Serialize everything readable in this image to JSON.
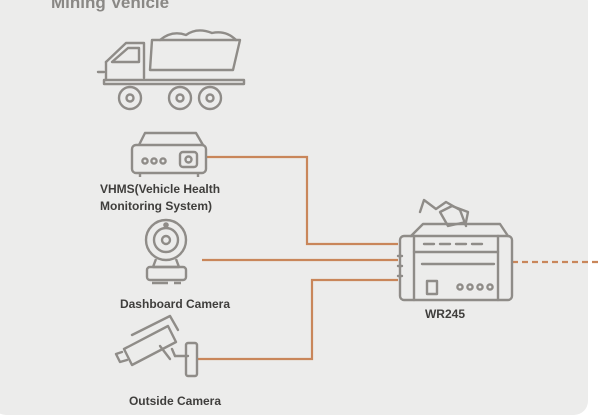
{
  "title": "Mining Vehicle",
  "devices": [
    {
      "id": "vhms",
      "label_lines": [
        "VHMS(Vehicle Health",
        "Monitoring System)"
      ],
      "icon": "vhms-box-icon"
    },
    {
      "id": "dashboard-camera",
      "label": "Dashboard Camera",
      "icon": "webcam-icon"
    },
    {
      "id": "outside-camera",
      "label": "Outside Camera",
      "icon": "cctv-camera-icon"
    }
  ],
  "vehicle": {
    "icon": "mining-truck-icon"
  },
  "router": {
    "label": "WR245",
    "icon": "router-icon"
  },
  "colors": {
    "panel": "#ececeb",
    "connector": "#c9865a",
    "icon_stroke": "#8f8c88",
    "label": "#3f3e3c",
    "title": "#8a8885"
  }
}
